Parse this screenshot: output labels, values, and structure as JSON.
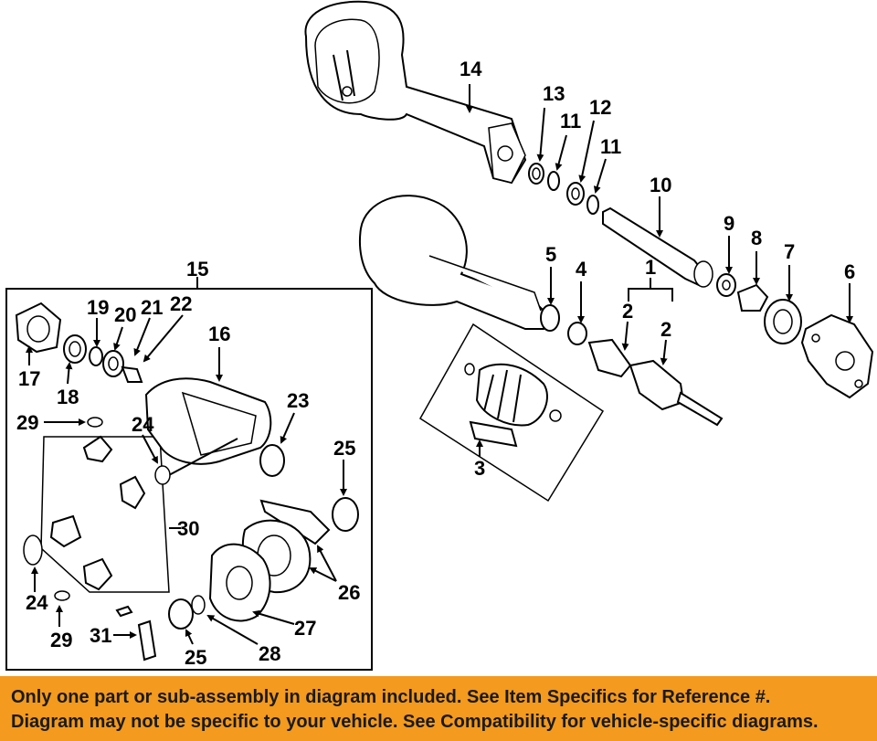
{
  "footer": {
    "line1": "Only one part or sub-assembly in diagram included. See Item Specifics for Reference #.",
    "line2": "Diagram may not be specific to your vehicle. See Compatibility for vehicle-specific diagrams."
  },
  "callouts": {
    "c1": "1",
    "c2a": "2",
    "c2b": "2",
    "c3": "3",
    "c4": "4",
    "c5": "5",
    "c6": "6",
    "c7": "7",
    "c8": "8",
    "c9": "9",
    "c10": "10",
    "c11a": "11",
    "c11b": "11",
    "c12": "12",
    "c13": "13",
    "c14": "14",
    "c15": "15",
    "c16": "16",
    "c17": "17",
    "c18": "18",
    "c19": "19",
    "c20": "20",
    "c21": "21",
    "c22": "22",
    "c23": "23",
    "c24a": "24",
    "c24b": "24",
    "c25a": "25",
    "c25b": "25",
    "c26": "26",
    "c27": "27",
    "c28": "28",
    "c29a": "29",
    "c29b": "29",
    "c30": "30",
    "c31": "31"
  }
}
